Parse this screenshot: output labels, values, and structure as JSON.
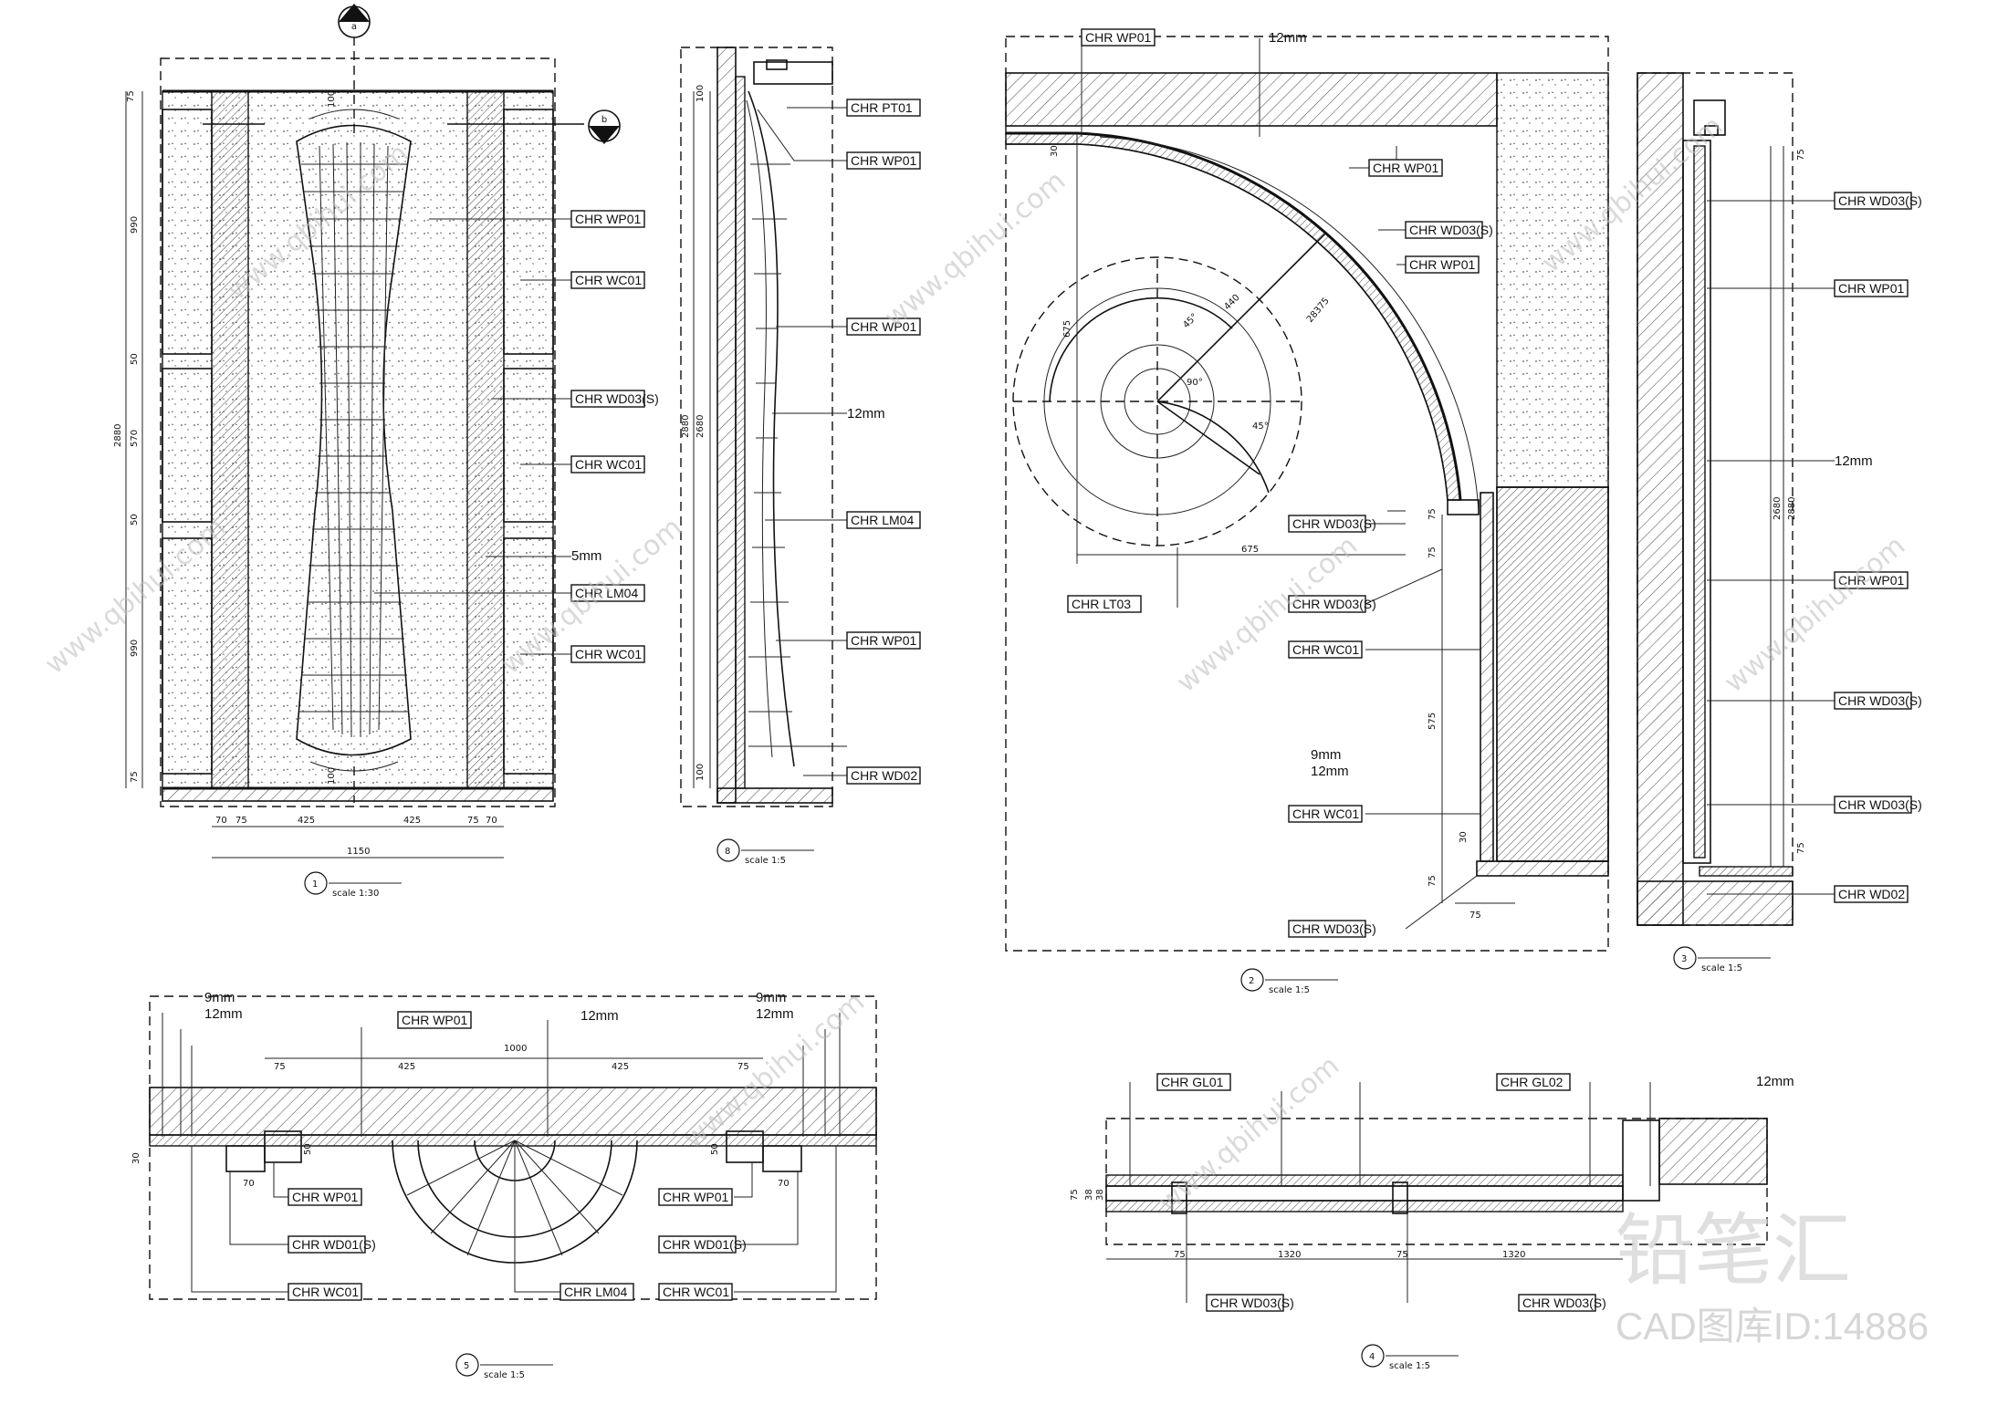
{
  "tags": {
    "wp01": "CHR WP01",
    "wc01": "CHR WC01",
    "wd03s": "CHR WD03(S)",
    "lm04": "CHR LM04",
    "pt01": "CHR PT01",
    "wd02": "CHR WD02",
    "lt03": "CHR LT03",
    "wd01s": "CHR WD01(S)",
    "gl01": "CHR GL01",
    "gl02": "CHR GL02"
  },
  "notes": {
    "mm12": "12mm",
    "mm5": "5mm",
    "mm9": "9mm"
  },
  "sections": {
    "a": "a",
    "b": "b"
  },
  "dims": {
    "d75": "75",
    "d100": "100",
    "d990": "990",
    "d50": "50",
    "d570": "570",
    "d2880": "2880",
    "d70": "70",
    "d425": "425",
    "d1150": "1150",
    "d2680": "2680",
    "d30": "30",
    "d675": "675",
    "d575": "575",
    "d440": "440",
    "d28375": "28375",
    "d45": "45°",
    "d90": "90°",
    "d1000": "1000",
    "d1320": "1320",
    "d38": "38"
  },
  "captions": {
    "c1_num": "1",
    "c1_scale": "scale 1:30",
    "c8_num": "8",
    "c8_scale": "scale 1:5",
    "c2_num": "2",
    "c2_scale": "scale 1:5",
    "c3_num": "3",
    "c3_scale": "scale 1:5",
    "c5_num": "5",
    "c5_scale": "scale 1:5",
    "c4_num": "4",
    "c4_scale": "scale 1:5"
  },
  "watermark": {
    "url": "www.qbihui.com",
    "brand": "铅笔汇",
    "cad_id": "CAD图库ID:14886"
  }
}
